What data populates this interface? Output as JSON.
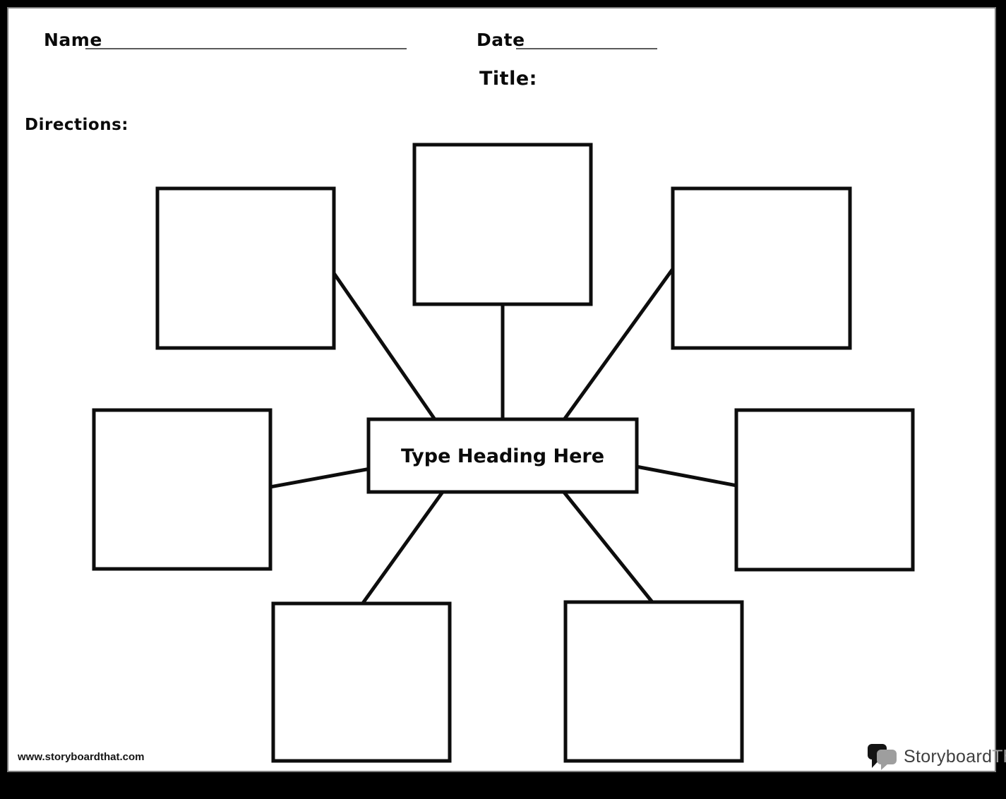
{
  "page": {
    "header": {
      "name_label": "Name",
      "date_label": "Date",
      "title_label": "Title:",
      "directions_label": "Directions:"
    },
    "diagram": {
      "type": "spider-map",
      "center_label": "Type Heading Here",
      "outer_boxes": [
        {
          "id": "top-left",
          "text": ""
        },
        {
          "id": "top-center",
          "text": ""
        },
        {
          "id": "top-right",
          "text": ""
        },
        {
          "id": "middle-left",
          "text": ""
        },
        {
          "id": "middle-right",
          "text": ""
        },
        {
          "id": "bottom-left",
          "text": ""
        },
        {
          "id": "bottom-right",
          "text": ""
        }
      ]
    },
    "footer": {
      "site_url": "www.storyboardthat.com",
      "logo_text_primary": "Storyboard",
      "logo_text_secondary": "That"
    },
    "colors": {
      "frame": "#000000",
      "page_edge": "#7d7d7d",
      "stroke": "#0d0d0d",
      "logo_dark": "#3f3f3f",
      "logo_gray": "#9e9e9e"
    }
  }
}
